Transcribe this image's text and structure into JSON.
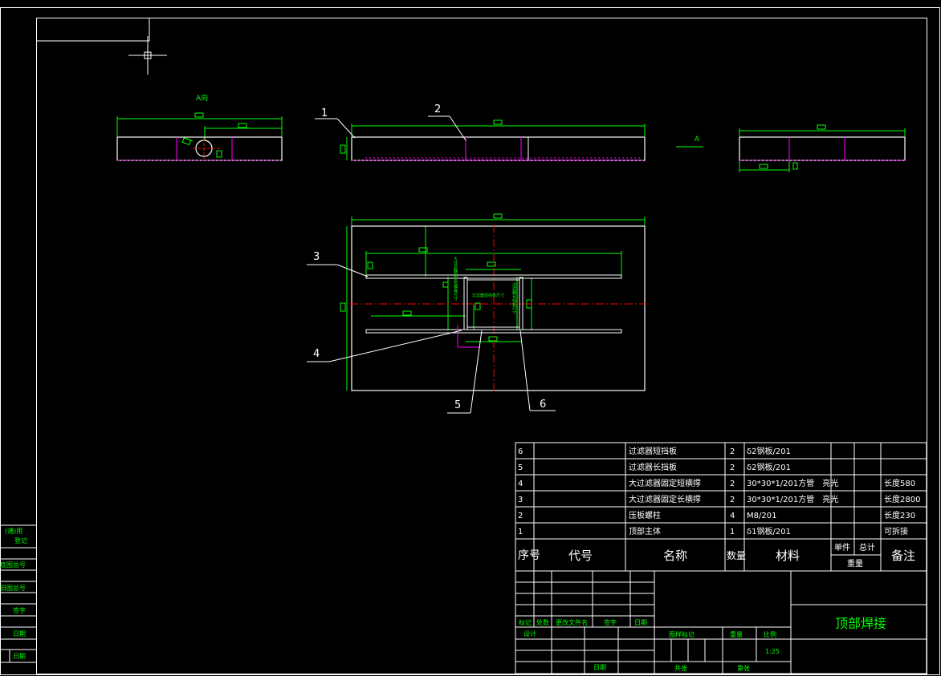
{
  "drawing": {
    "view_label_a_dir": "A向",
    "view_label_a": "A",
    "callouts": [
      "1",
      "2",
      "3",
      "4",
      "5",
      "6"
    ],
    "annot_short": "过滤器短挡板尺寸",
    "annot_long": "过滤器长挡板尺寸",
    "annot_left": "大过滤器固定短横撑尺寸",
    "scale": "1:25",
    "title": "顶部焊接"
  },
  "bom": {
    "rows": [
      {
        "no": "6",
        "code": "",
        "name": "过滤器短挡板",
        "qty": "2",
        "material": "δ2钢板/201",
        "unit": "",
        "total": "",
        "remark": ""
      },
      {
        "no": "5",
        "code": "",
        "name": "过滤器长挡板",
        "qty": "2",
        "material": "δ2钢板/201",
        "unit": "",
        "total": "",
        "remark": ""
      },
      {
        "no": "4",
        "code": "",
        "name": "大过滤器固定短横撑",
        "qty": "2",
        "material": "30*30*1/201方管　亮光",
        "unit": "",
        "total": "",
        "remark": "长度580"
      },
      {
        "no": "3",
        "code": "",
        "name": "大过滤器固定长横撑",
        "qty": "2",
        "material": "30*30*1/201方管　亮光",
        "unit": "",
        "total": "",
        "remark": "长度2800"
      },
      {
        "no": "2",
        "code": "",
        "name": "压板螺柱",
        "qty": "4",
        "material": "M8/201",
        "unit": "",
        "total": "",
        "remark": "长度230"
      },
      {
        "no": "1",
        "code": "",
        "name": "顶部主体",
        "qty": "1",
        "material": "δ1钢板/201",
        "unit": "",
        "total": "",
        "remark": "可拆接"
      }
    ],
    "header": {
      "no": "序号",
      "code": "代号",
      "name": "名称",
      "qty": "数量",
      "material": "材料",
      "unit": "单件",
      "total": "总计",
      "weight": "重量",
      "remark": "备注"
    }
  },
  "title_block": {
    "labels": [
      "标记",
      "处数",
      "更改文件名",
      "签字",
      "日期"
    ],
    "design": "设计",
    "date": "日期",
    "stage": "图样标记",
    "weight": "重量",
    "ratio": "比例",
    "sheets": "共张",
    "sheet": "第张"
  },
  "left_strip": [
    "(通)用",
    "登记",
    "底图总号",
    "旧图总号",
    "签字",
    "日期",
    "日期"
  ]
}
